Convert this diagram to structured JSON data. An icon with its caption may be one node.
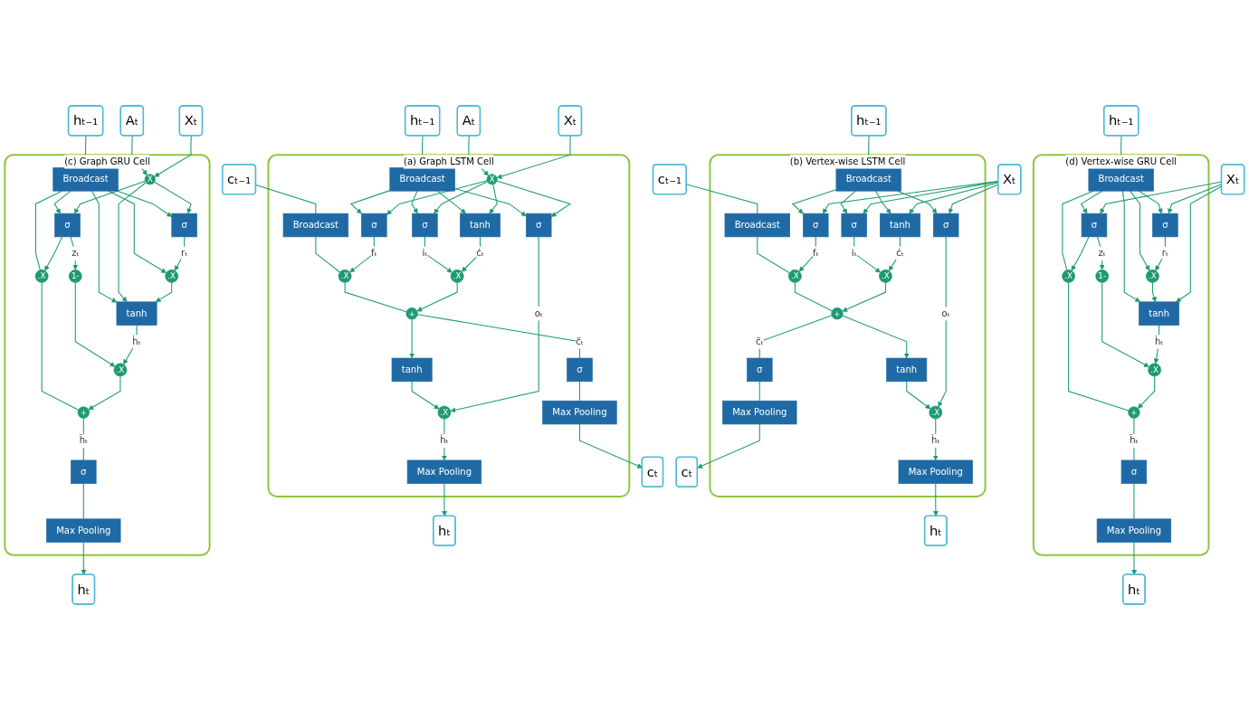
{
  "diagram": {
    "nodes": [
      {
        "text": [],
        "shape": "box",
        "beside": [
          "(a) Graph LSTM Cell"
        ]
      },
      {
        "text": [
          "cₜ₋₁"
        ]
      },
      {
        "text": [
          "Broadcast"
        ],
        "in": 0
      },
      {
        "text": [
          ".X"
        ],
        "in": 0
      },
      {
        "text": [
          "+"
        ],
        "in": 0
      },
      {
        "text": [
          "σ"
        ],
        "in": 0
      },
      {
        "text": [
          "Max Pooling"
        ],
        "in": 0
      },
      {
        "text": [
          "cₜ"
        ]
      },
      {
        "text": [
          "tanh"
        ],
        "in": 0
      },
      {
        "text": [
          ".X"
        ],
        "in": 0
      },
      {
        "text": [
          ".X"
        ],
        "in": 0
      },
      {
        "text": [
          "σ"
        ],
        "in": 0
      },
      {
        "text": [
          "σ"
        ],
        "in": 0
      },
      {
        "text": [
          "tanh"
        ],
        "in": 0
      },
      {
        "text": [
          "σ"
        ],
        "in": 0
      },
      {
        "text": [
          "hₜ₋₁"
        ]
      },
      {
        "text": [
          "Broadcast"
        ],
        "in": 0
      },
      {
        "text": [
          "Max Pooling"
        ],
        "in": 0
      },
      {
        "text": [
          "hₜ"
        ]
      },
      {
        "text": [
          "X"
        ],
        "in": 0
      },
      {
        "text": [
          "Aₜ"
        ]
      },
      {
        "text": [
          "Xₜ"
        ]
      },
      {
        "text": [],
        "shape": "box",
        "beside": [
          "(c) Graph GRU Cell"
        ]
      },
      {
        "text": [
          "hₜ₋₁"
        ]
      },
      {
        "text": [
          "Broadcast"
        ],
        "in": 22
      },
      {
        "text": [
          ".X"
        ],
        "in": 22
      },
      {
        "text": [
          "+"
        ],
        "in": 22
      },
      {
        "text": [
          "σ"
        ],
        "in": 22
      },
      {
        "text": [
          "Max Pooling"
        ],
        "in": 22
      },
      {
        "text": [
          "hₜ"
        ]
      },
      {
        "text": [
          "1-"
        ],
        "in": 22
      },
      {
        "text": [
          ".X"
        ],
        "in": 22
      },
      {
        "text": [
          ".X"
        ],
        "in": 22
      },
      {
        "text": [
          "σ"
        ],
        "in": 22
      },
      {
        "text": [
          "σ"
        ],
        "in": 22
      },
      {
        "text": [
          "tanh"
        ],
        "in": 22
      },
      {
        "text": [
          "X"
        ],
        "in": 22
      },
      {
        "text": [
          "Aₜ"
        ]
      },
      {
        "text": [
          "Xₜ"
        ]
      },
      {
        "text": [],
        "shape": "box",
        "beside": [
          "(b) Vertex-wise LSTM Cell"
        ]
      },
      {
        "text": [
          "cₜ₋₁"
        ]
      },
      {
        "text": [
          "Broadcast"
        ],
        "in": 39
      },
      {
        "text": [
          ".X"
        ],
        "in": 39
      },
      {
        "text": [
          "+"
        ],
        "in": 39
      },
      {
        "text": [
          "σ"
        ],
        "in": 39
      },
      {
        "text": [
          "Max Pooling"
        ],
        "in": 39
      },
      {
        "text": [
          "cₜ"
        ]
      },
      {
        "text": [
          "tanh"
        ],
        "in": 39
      },
      {
        "text": [
          ".X"
        ],
        "in": 39
      },
      {
        "text": [
          ".X"
        ],
        "in": 39
      },
      {
        "text": [
          "σ"
        ],
        "in": 39
      },
      {
        "text": [
          "σ"
        ],
        "in": 39
      },
      {
        "text": [
          "tanh"
        ],
        "in": 39
      },
      {
        "text": [
          "σ"
        ],
        "in": 39
      },
      {
        "text": [
          "hₜ₋₁"
        ]
      },
      {
        "text": [
          "Broadcast"
        ],
        "in": 39
      },
      {
        "text": [
          "Max Pooling"
        ],
        "in": 39
      },
      {
        "text": [
          "hₜ"
        ]
      },
      {
        "text": [
          "Xₜ"
        ]
      },
      {
        "text": [],
        "shape": "box",
        "beside": [
          "(d) Vertex-wise GRU Cell"
        ]
      },
      {
        "text": [
          "hₜ₋₁"
        ]
      },
      {
        "text": [
          "Broadcast"
        ],
        "in": 59
      },
      {
        "text": [
          ".X"
        ],
        "in": 59
      },
      {
        "text": [
          "+"
        ],
        "in": 59
      },
      {
        "text": [
          "σ"
        ],
        "in": 59
      },
      {
        "text": [
          "Max Pooling"
        ],
        "in": 59
      },
      {
        "text": [
          "hₜ"
        ]
      },
      {
        "text": [
          "1-"
        ],
        "in": 59
      },
      {
        "text": [
          ".X"
        ],
        "in": 59
      },
      {
        "text": [
          ".X"
        ],
        "in": 59
      },
      {
        "text": [
          "σ"
        ],
        "in": 59
      },
      {
        "text": [
          "σ"
        ],
        "in": 59
      },
      {
        "text": [
          "tanh"
        ],
        "in": 59
      },
      {
        "text": [
          "Xₜ"
        ]
      }
    ],
    "edges": [
      {
        "from": 1,
        "to": 2,
        "arrow": "none"
      },
      {
        "from": 2,
        "to": 3,
        "arrow": "none"
      },
      {
        "from": 3,
        "to": 4,
        "arrow": "none"
      },
      {
        "from": 4,
        "to": 5,
        "arrow": "none",
        "label": "c̈ₜ"
      },
      {
        "from": 5,
        "to": 6,
        "arrow": "none"
      },
      {
        "from": 6,
        "to": 7,
        "arrow": "to"
      },
      {
        "from": 4,
        "to": 8,
        "arrow": "to"
      },
      {
        "from": 8,
        "to": 10,
        "arrow": "to"
      },
      {
        "from": 11,
        "to": 3,
        "arrow": "to",
        "label": "fₜ"
      },
      {
        "from": 12,
        "to": 9,
        "arrow": "to",
        "label": "iₜ"
      },
      {
        "from": 13,
        "to": 9,
        "arrow": "to",
        "label": "ċₜ"
      },
      {
        "from": 9,
        "to": 4,
        "arrow": "to"
      },
      {
        "from": 14,
        "to": 10,
        "arrow": "to",
        "label": "oₜ"
      },
      {
        "from": 10,
        "to": 17,
        "arrow": "to",
        "label": "ḣₜ"
      },
      {
        "from": 17,
        "to": 18,
        "arrow": "to"
      },
      {
        "from": 15,
        "to": 16,
        "arrow": "none"
      },
      {
        "from": 16,
        "to": 11,
        "arrow": "to"
      },
      {
        "from": 16,
        "to": 12,
        "arrow": "to"
      },
      {
        "from": 16,
        "to": 13,
        "arrow": "to"
      },
      {
        "from": 16,
        "to": 14,
        "arrow": "to"
      },
      {
        "from": 19,
        "to": 11,
        "arrow": "to"
      },
      {
        "from": 19,
        "to": 12,
        "arrow": "to"
      },
      {
        "from": 19,
        "to": 13,
        "arrow": "to"
      },
      {
        "from": 19,
        "to": 14,
        "arrow": "to"
      },
      {
        "from": 20,
        "to": 19,
        "arrow": "to"
      },
      {
        "from": 21,
        "to": 19,
        "arrow": "to"
      },
      {
        "from": 23,
        "to": 24,
        "arrow": "none"
      },
      {
        "from": 24,
        "to": 25,
        "arrow": "none"
      },
      {
        "from": 24,
        "to": 32,
        "arrow": "to"
      },
      {
        "from": 25,
        "to": 26,
        "arrow": "none"
      },
      {
        "from": 26,
        "to": 27,
        "arrow": "none",
        "label": "ḧₜ"
      },
      {
        "from": 27,
        "to": 28,
        "arrow": "none"
      },
      {
        "from": 28,
        "to": 29,
        "arrow": "to"
      },
      {
        "from": 34,
        "to": 25,
        "arrow": "to"
      },
      {
        "from": 34,
        "to": 30,
        "arrow": "to",
        "label": "zₜ"
      },
      {
        "from": 30,
        "to": 31,
        "arrow": "to"
      },
      {
        "from": 35,
        "to": 31,
        "arrow": "to",
        "label": "ḣₜ"
      },
      {
        "from": 31,
        "to": 26,
        "arrow": "to"
      },
      {
        "from": 33,
        "to": 32,
        "arrow": "to",
        "label": "rₜ"
      },
      {
        "from": 24,
        "to": 33,
        "arrow": "to"
      },
      {
        "from": 24,
        "to": 34,
        "arrow": "to"
      },
      {
        "from": 24,
        "to": 35,
        "arrow": "to"
      },
      {
        "from": 36,
        "to": 33,
        "arrow": "to"
      },
      {
        "from": 36,
        "to": 34,
        "arrow": "to"
      },
      {
        "from": 36,
        "to": 35,
        "arrow": "to"
      },
      {
        "from": 32,
        "to": 35,
        "arrow": "to"
      },
      {
        "from": 37,
        "to": 36,
        "arrow": "to"
      },
      {
        "from": 38,
        "to": 36,
        "arrow": "to"
      },
      {
        "from": 40,
        "to": 41,
        "arrow": "none"
      },
      {
        "from": 41,
        "to": 42,
        "arrow": "none"
      },
      {
        "from": 42,
        "to": 43,
        "arrow": "none"
      },
      {
        "from": 43,
        "to": 44,
        "arrow": "none",
        "label": "c̈ₜ"
      },
      {
        "from": 44,
        "to": 45,
        "arrow": "none"
      },
      {
        "from": 45,
        "to": 46,
        "arrow": "to"
      },
      {
        "from": 43,
        "to": 47,
        "arrow": "to"
      },
      {
        "from": 47,
        "to": 49,
        "arrow": "to"
      },
      {
        "from": 50,
        "to": 42,
        "arrow": "to",
        "label": "fₜ"
      },
      {
        "from": 51,
        "to": 48,
        "arrow": "to",
        "label": "iₜ"
      },
      {
        "from": 52,
        "to": 48,
        "arrow": "to",
        "label": "ċₜ"
      },
      {
        "from": 48,
        "to": 43,
        "arrow": "to"
      },
      {
        "from": 53,
        "to": 49,
        "arrow": "to",
        "label": "oₜ"
      },
      {
        "from": 49,
        "to": 56,
        "arrow": "to",
        "label": "ḣₜ"
      },
      {
        "from": 56,
        "to": 57,
        "arrow": "to"
      },
      {
        "from": 54,
        "to": 55,
        "arrow": "none"
      },
      {
        "from": 55,
        "to": 50,
        "arrow": "to"
      },
      {
        "from": 55,
        "to": 51,
        "arrow": "to"
      },
      {
        "from": 55,
        "to": 52,
        "arrow": "to"
      },
      {
        "from": 55,
        "to": 53,
        "arrow": "to"
      },
      {
        "from": 58,
        "to": 50,
        "arrow": "to"
      },
      {
        "from": 58,
        "to": 51,
        "arrow": "to"
      },
      {
        "from": 58,
        "to": 52,
        "arrow": "to"
      },
      {
        "from": 58,
        "to": 53,
        "arrow": "to"
      },
      {
        "from": 60,
        "to": 61,
        "arrow": "none"
      },
      {
        "from": 61,
        "to": 62,
        "arrow": "none"
      },
      {
        "from": 61,
        "to": 69,
        "arrow": "to"
      },
      {
        "from": 62,
        "to": 63,
        "arrow": "none"
      },
      {
        "from": 63,
        "to": 64,
        "arrow": "none",
        "label": "ḧₜ"
      },
      {
        "from": 64,
        "to": 65,
        "arrow": "none"
      },
      {
        "from": 65,
        "to": 66,
        "arrow": "to"
      },
      {
        "from": 71,
        "to": 62,
        "arrow": "to"
      },
      {
        "from": 71,
        "to": 67,
        "arrow": "to",
        "label": "zₜ"
      },
      {
        "from": 67,
        "to": 68,
        "arrow": "to"
      },
      {
        "from": 72,
        "to": 68,
        "arrow": "to",
        "label": "ḣₜ"
      },
      {
        "from": 68,
        "to": 63,
        "arrow": "to"
      },
      {
        "from": 70,
        "to": 69,
        "arrow": "to",
        "label": "rₜ"
      },
      {
        "from": 61,
        "to": 70,
        "arrow": "to"
      },
      {
        "from": 61,
        "to": 71,
        "arrow": "to"
      },
      {
        "from": 61,
        "to": 72,
        "arrow": "to"
      },
      {
        "from": 69,
        "to": 72,
        "arrow": "to"
      },
      {
        "from": 73,
        "to": 70,
        "arrow": "to"
      },
      {
        "from": 73,
        "to": 71,
        "arrow": "to"
      },
      {
        "from": 73,
        "to": 72,
        "arrow": "to"
      }
    ]
  }
}
